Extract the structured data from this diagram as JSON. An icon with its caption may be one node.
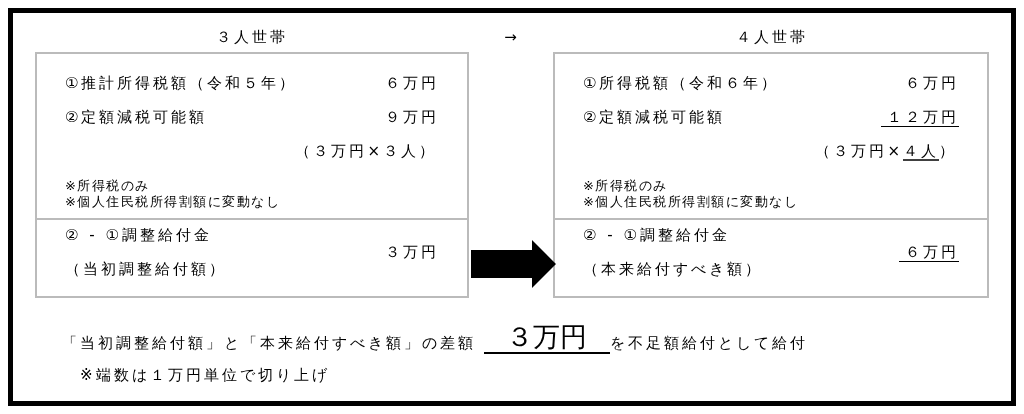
{
  "diagram": {
    "nodes": [
      {
        "text": [
          "３人世帯"
        ]
      },
      {
        "text": [
          "①推計所得税額（令和５年）",
          "６万円",
          "②定額減税可能額",
          "９万円",
          "（３万円×３人）",
          "※所得税のみ",
          "※個人住民税所得割額に変動なし"
        ],
        "in": 0
      },
      {
        "text": [
          "② - ①調整給付金",
          "（当初調整給付額）",
          "３万円"
        ],
        "in": 0
      },
      {
        "text": [
          "４人世帯"
        ]
      },
      {
        "text": [
          "①所得税額（令和６年）",
          "６万円",
          "②定額減税可能額",
          "１２万円",
          "（３万円×４人）",
          "※所得税のみ",
          "※個人住民税所得割額に変動なし"
        ],
        "in": 3
      },
      {
        "text": [
          "② - ①調整給付金",
          "（本来給付すべき額）",
          "６万円"
        ],
        "in": 3
      }
    ],
    "edges": [
      {
        "from": 2,
        "to": 5,
        "arrow": "to"
      }
    ],
    "labels": [
      "→",
      "「当初調整給付額」と「本来給付すべき額」の差額",
      "３万円",
      "を不足額給付として給付",
      "※端数は１万円単位で切り上げ"
    ]
  }
}
